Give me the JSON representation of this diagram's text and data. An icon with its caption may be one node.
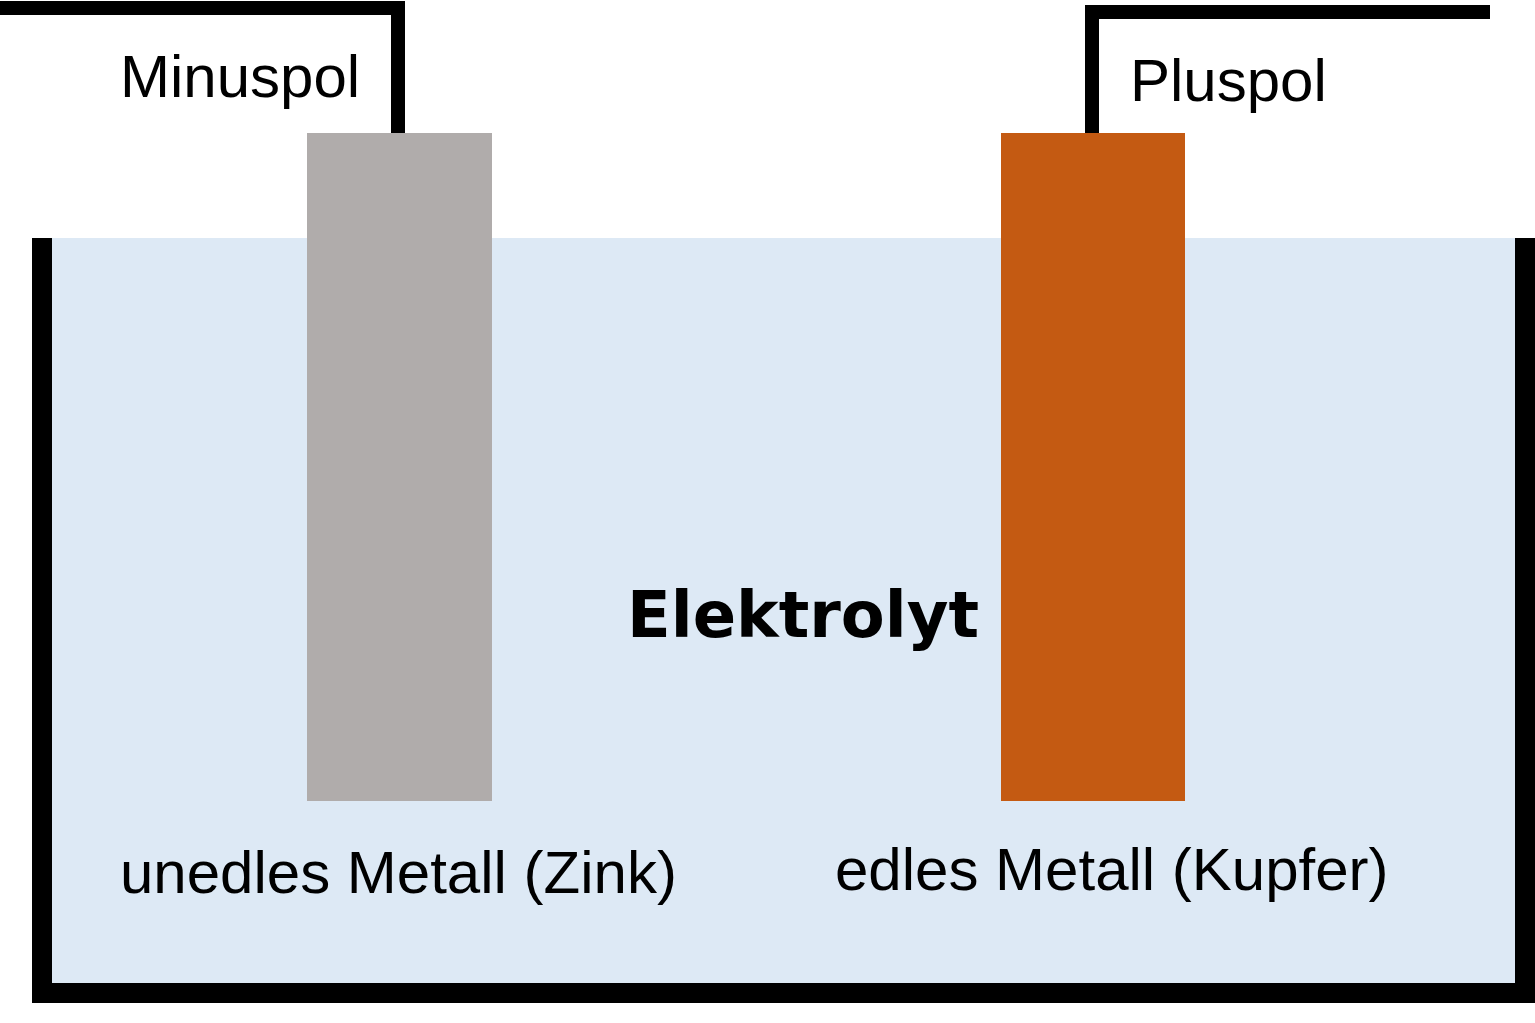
{
  "diagram": {
    "nodes": [
      {
        "text": [
          "Elektrolyt"
        ]
      },
      {
        "text": [],
        "shape": "bar"
      },
      {
        "text": [],
        "shape": "bar"
      }
    ],
    "labels": [
      "Minuspol",
      "Pluspol",
      "unedles Metall (Zink)",
      "edles Metall (Kupfer)"
    ]
  }
}
